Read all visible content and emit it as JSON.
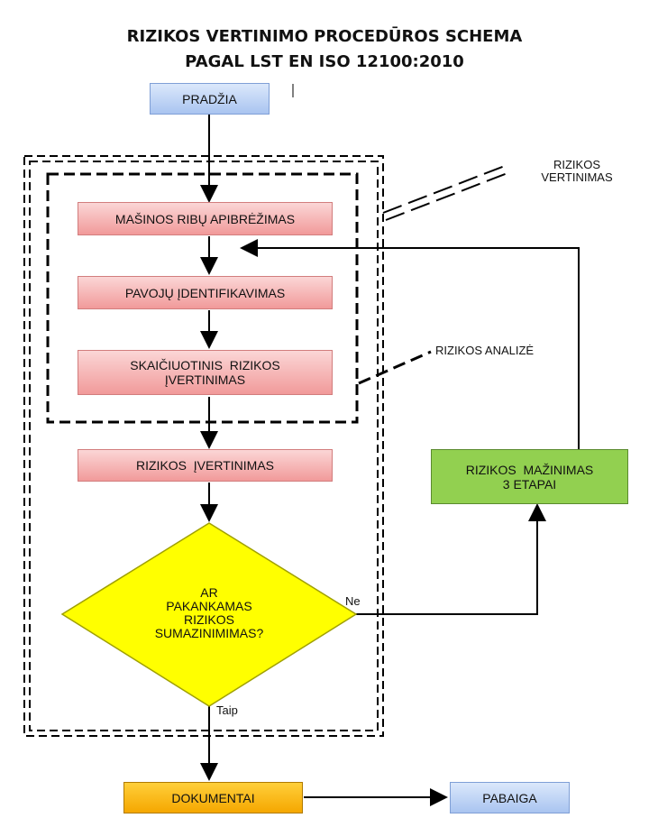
{
  "title": {
    "line1": "RIZIKOS VERTINIMO PROCEDŪROS SCHEMA",
    "line2": "PAGAL LST EN ISO 12100:2010"
  },
  "nodes": {
    "start": "PRADŽIA",
    "machine_limits": "MAŠINOS RIBŲ APIBRĖŽIMAS",
    "hazard_identification": "PAVOJŲ ĮDENTIFIKAVIMAS",
    "risk_estimation_line1": "SKAIČIUOTINIS  RIZIKOS",
    "risk_estimation_line2": "ĮVERTINIMAS",
    "risk_evaluation": "RIZIKOS  ĮVERTINIMAS",
    "decision_line1": "AR",
    "decision_line2": "PAKANKAMAS",
    "decision_line3": "RIZIKOS",
    "decision_line4": "SUMAZINIMIMAS?",
    "risk_reduction_line1": "RIZIKOS  MAŽINIMAS",
    "risk_reduction_line2": "3 ETAPAI",
    "documents": "DOKUMENTAI",
    "end": "PABAIGA"
  },
  "labels": {
    "risk_assessment_line1": "RIZIKOS",
    "risk_assessment_line2": "VERTINIMAS",
    "risk_analysis": "RIZIKOS ANALIZĖ",
    "no": "Ne",
    "yes": "Taip"
  },
  "colors": {
    "start_end": "#a9c4f0",
    "process": "#f19a9a",
    "reduction": "#92d050",
    "decision": "#ffff00",
    "documents": "#f5a700"
  }
}
